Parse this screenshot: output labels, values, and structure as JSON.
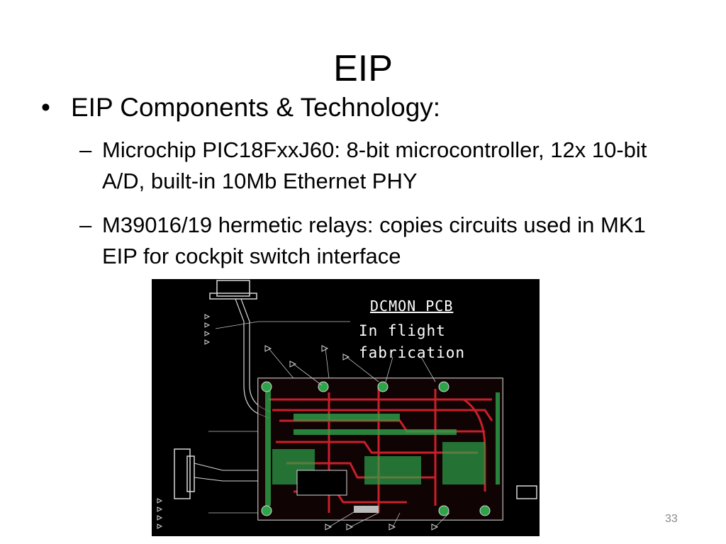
{
  "slide": {
    "title": "EIP",
    "bullet_marker": "•",
    "sub_marker": "–",
    "bullets": [
      {
        "text": "EIP Components & Technology:",
        "subitems": [
          "Microchip PIC18FxxJ60: 8-bit microcontroller, 12x 10-bit A/D, built-in 10Mb Ethernet PHY",
          "M39016/19 hermetic relays:  copies circuits used in MK1 EIP for cockpit switch interface"
        ]
      }
    ],
    "image": {
      "title": "DCMON PCB",
      "caption": "In flight fabrication"
    },
    "page_number": "33"
  },
  "colors": {
    "background": "#ffffff",
    "text": "#000000",
    "pcb_background": "#000000",
    "pcb_trace_red": "#c8202a",
    "pcb_pad_green": "#2fa34a",
    "pcb_outline": "#d8d8d8"
  }
}
